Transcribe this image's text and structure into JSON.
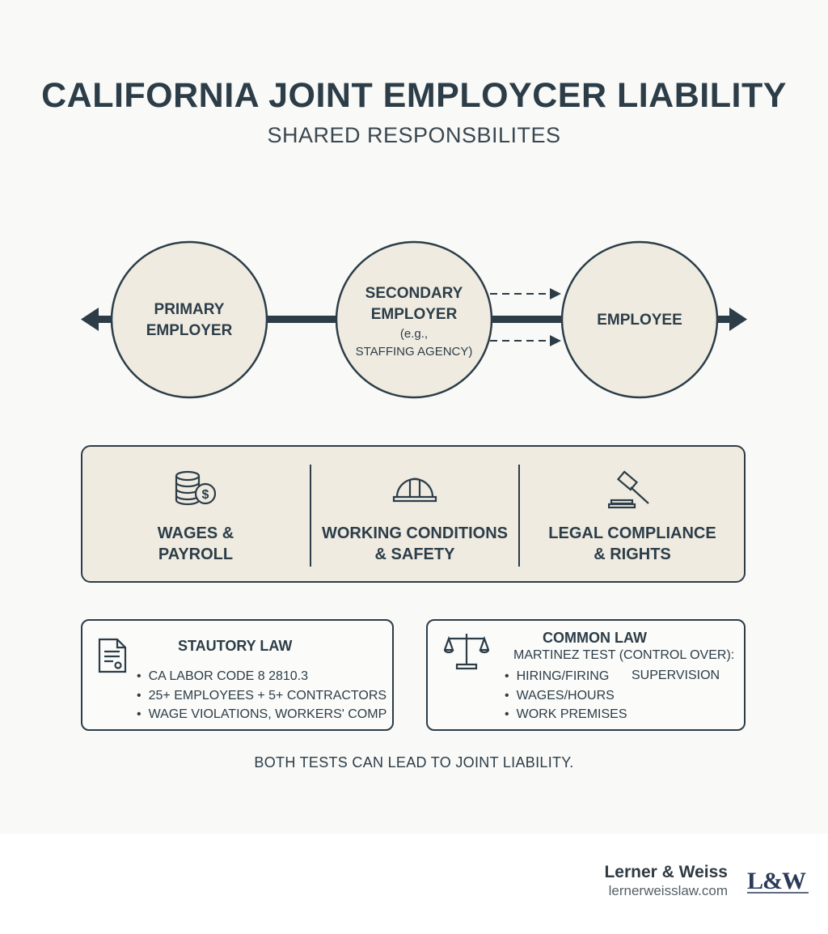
{
  "header": {
    "title": "CALIFORNIA JOINT EMPLOYCER LIABILITY",
    "subtitle": "SHARED RESPONSBILITES"
  },
  "flow": {
    "primary": {
      "line1": "PRIMARY",
      "line2": "EMPLOYER"
    },
    "secondary": {
      "line1": "SECONDARY",
      "line2": "EMPLOYER",
      "line3": "(e.g.,",
      "line4": "STAFFING AGENCY)"
    },
    "employee": {
      "label": "EMPLOYEE"
    }
  },
  "responsibilities": [
    {
      "icon": "coins-dollar-icon",
      "line1": "WAGES &",
      "line2": "PAYROLL"
    },
    {
      "icon": "hard-hat-icon",
      "line1": "WORKING CONDITIONS",
      "line2": "& SAFETY"
    },
    {
      "icon": "gavel-icon",
      "line1": "LEGAL COMPLIANCE",
      "line2": "& RIGHTS"
    }
  ],
  "statutory": {
    "icon": "document-icon",
    "title": "STAUTORY LAW",
    "items": [
      "CA LABOR CODE 8 2810.3",
      "25+ EMPLOYEES + 5+ CONTRACTORS",
      "WAGE VIOLATIONS, WORKERS' COMP"
    ]
  },
  "common": {
    "icon": "scales-icon",
    "title": "COMMON LAW",
    "subtitle": "MARTINEZ TEST (CONTROL OVER):",
    "items": [
      "HIRING/FIRING",
      "WAGES/HOURS",
      "WORK PREMISES"
    ],
    "extra": "SUPERVISION"
  },
  "conclusion": "BOTH TESTS CAN LEAD TO JOINT LIABILITY.",
  "footer": {
    "brand": "Lerner & Weiss",
    "url": "lernerweisslaw.com",
    "logo_text": "L&W"
  },
  "colors": {
    "ink": "#2c3d48",
    "circle_fill": "#efebe1",
    "box_fill": "#efebe1"
  }
}
